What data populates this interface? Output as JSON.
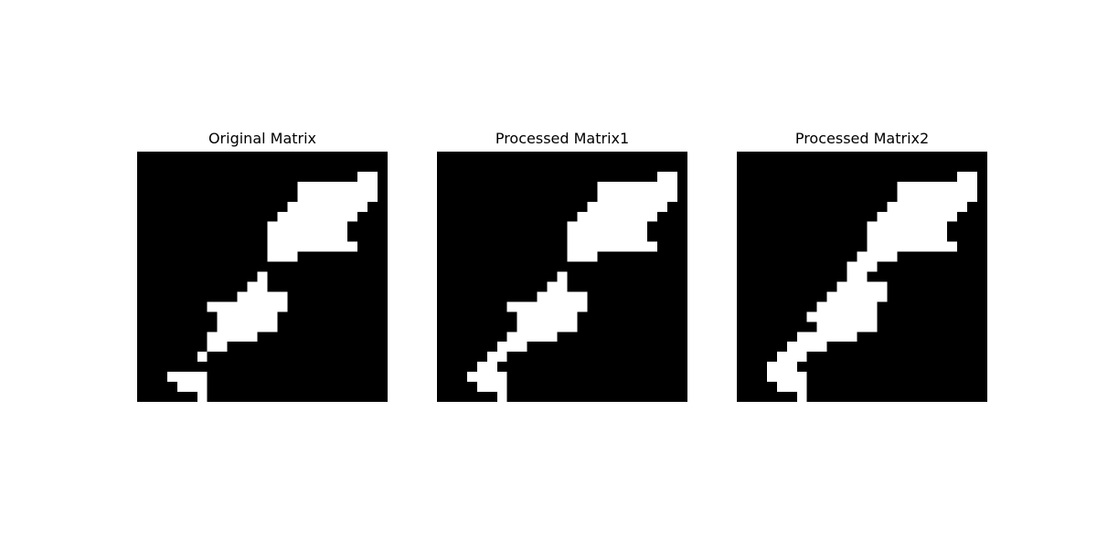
{
  "colors": {
    "zero": "#000000",
    "one": "#ffffff",
    "background": "#ffffff"
  },
  "chart_data": [
    {
      "type": "heatmap",
      "title": "Original Matrix",
      "colormap": "gray",
      "rows": 25,
      "cols": 25,
      "values": [
        "0000000000000000000000000",
        "0000000000000000000000000",
        "0000000000000000000000110",
        "0000000000000000111111110",
        "0000000000000000111111110",
        "0000000000000001111111100",
        "0000000000000011111111000",
        "0000000000000111111110000",
        "0000000000000111111110000",
        "0000000000000111111111000",
        "0000000000000111000000000",
        "0000000000000000000000000",
        "0000000000001000000000000",
        "0000000000011000000000000",
        "0000000000111110000000000",
        "0000000111111110000000000",
        "0000000011111100000000000",
        "0000000011111100000000000",
        "0000000111110000000000000",
        "0000000110000000000000000",
        "0000001000000000000000000",
        "0000000000000000000000000",
        "0001111000000000000000000",
        "0000111000000000000000000",
        "0000001000000000000000000"
      ]
    },
    {
      "type": "heatmap",
      "title": "Processed Matrix1",
      "colormap": "gray",
      "rows": 25,
      "cols": 25,
      "values": [
        "0000000000000000000000000",
        "0000000000000000000000000",
        "0000000000000000000000110",
        "0000000000000000111111110",
        "0000000000000000111111110",
        "0000000000000001111111100",
        "0000000000000011111111000",
        "0000000000000111111110000",
        "0000000000000111111110000",
        "0000000000000111111111000",
        "0000000000000111000000000",
        "0000000000000000000000000",
        "0000000000001000000000000",
        "0000000000011000000000000",
        "0000000000111110000000000",
        "0000000111111110000000000",
        "0000000011111100000000000",
        "0000000011111100000000000",
        "0000000111110000000000000",
        "0000001110000000000000000",
        "0000011000000000000000000",
        "0000110000000000000000000",
        "0001111000000000000000000",
        "0000111000000000000000000",
        "0000001000000000000000000"
      ]
    },
    {
      "type": "heatmap",
      "title": "Processed Matrix2",
      "colormap": "gray",
      "rows": 25,
      "cols": 25,
      "values": [
        "0000000000000000000000000",
        "0000000000000000000000000",
        "0000000000000000000000110",
        "0000000000000000111111110",
        "0000000000000000111111110",
        "0000000000000001111111100",
        "0000000000000011111111000",
        "0000000000000111111110000",
        "0000000000000111111110000",
        "0000000000000111111111000",
        "0000000000001111000000000",
        "0000000000011100000000000",
        "0000000000011000000000000",
        "0000000000111110000000000",
        "0000000001111110000000000",
        "0000000011111100000000000",
        "0000000111111100000000000",
        "0000000011111100000000000",
        "0000001111110000000000000",
        "0000011110000000000000000",
        "0000111000000000000000000",
        "0001110000000000000000000",
        "0001111000000000000000000",
        "0000111000000000000000000",
        "0000001000000000000000000"
      ]
    }
  ]
}
